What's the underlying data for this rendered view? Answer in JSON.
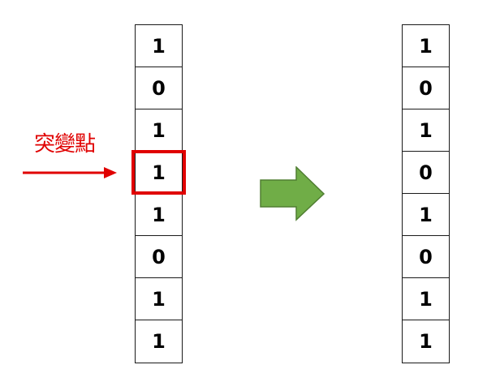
{
  "before_bits": [
    "1",
    "0",
    "1",
    "1",
    "1",
    "0",
    "1",
    "1"
  ],
  "after_bits": [
    "1",
    "0",
    "1",
    "0",
    "1",
    "0",
    "1",
    "1"
  ],
  "mutation_label": "突變點",
  "highlight_index": 3,
  "colors": {
    "highlight": "#e00000",
    "arrow_fill": "#70ad47",
    "arrow_stroke": "#507e32"
  }
}
